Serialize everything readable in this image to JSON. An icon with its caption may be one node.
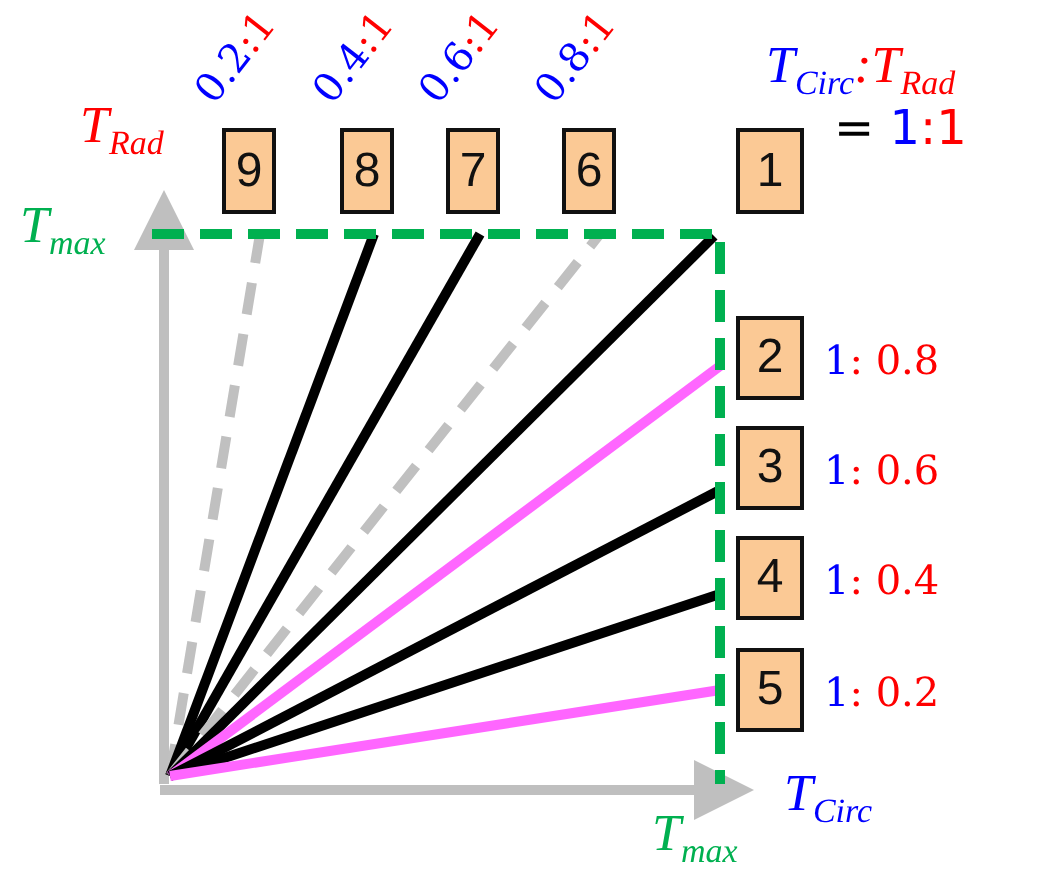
{
  "diagram": {
    "nodes": [
      {
        "text": [
          "9"
        ],
        "beside": [
          "0.2:1"
        ]
      },
      {
        "text": [
          "8"
        ],
        "beside": [
          "0.4:1"
        ]
      },
      {
        "text": [
          "7"
        ],
        "beside": [
          "0.6:1"
        ]
      },
      {
        "text": [
          "6"
        ],
        "beside": [
          "0.8:1"
        ]
      },
      {
        "text": [
          "1"
        ]
      },
      {
        "text": [
          "2"
        ],
        "beside": [
          "1: 0.8"
        ]
      },
      {
        "text": [
          "3"
        ],
        "beside": [
          "1: 0.6"
        ]
      },
      {
        "text": [
          "4"
        ],
        "beside": [
          "1: 0.4"
        ]
      },
      {
        "text": [
          "5"
        ],
        "beside": [
          "1: 0.2"
        ]
      }
    ],
    "labels": [
      "T$_{Rad}$",
      "T$_{Circ}$:T$_{Rad}$",
      "= 1:1",
      "T$_{max}$",
      "T$_{Circ}$",
      "T$_{max}$"
    ]
  }
}
